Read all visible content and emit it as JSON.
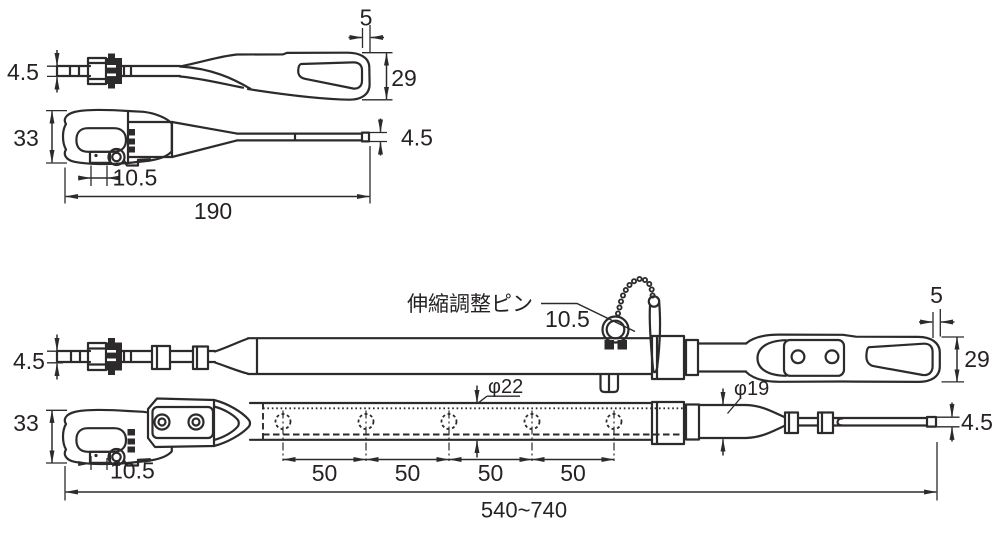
{
  "small_drawing": {
    "shaft_thickness_side": "4.5",
    "handle_tip_width": "5",
    "handle_height": "29",
    "head_height": "33",
    "latch_width": "10.5",
    "overall_length": "190",
    "blade_thickness": "4.5"
  },
  "large_drawing": {
    "shaft_thickness_side": "4.5",
    "adjust_pin_label": "伸縮調整ピン",
    "adjust_pin_dim": "10.5",
    "head_height": "33",
    "latch_width": "10.5",
    "band_diameter": "φ22",
    "tube_diameter": "φ19",
    "hole_pitch": [
      "50",
      "50",
      "50",
      "50"
    ],
    "handle_tip_width": "5",
    "handle_height": "29",
    "blade_thickness": "4.5",
    "overall_length": "540~740"
  },
  "colors": {
    "line_color": "#2d2a2b",
    "background": "#ffffff"
  }
}
